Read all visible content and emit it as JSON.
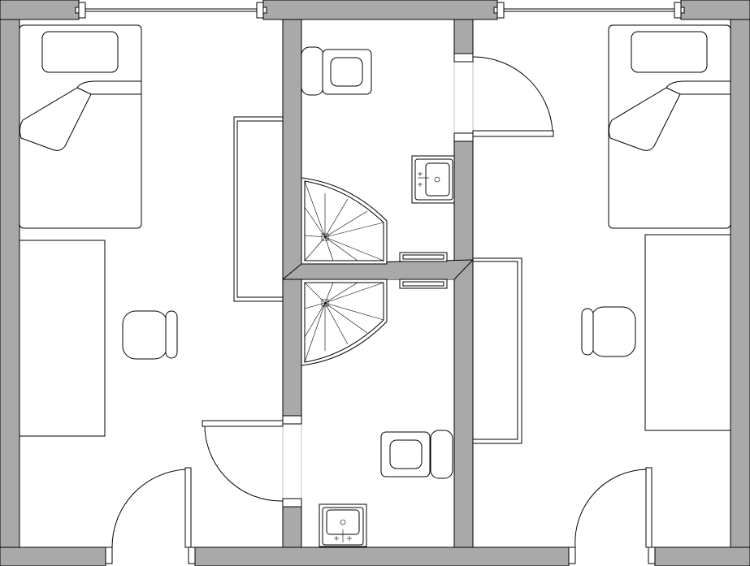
{
  "plan": {
    "rooms": [
      "bedroom-left",
      "bathroom-upper",
      "bathroom-lower",
      "bedroom-right"
    ],
    "fixtures": [
      "bed",
      "desk",
      "chair",
      "wardrobe",
      "toilet",
      "sink",
      "corner-shower",
      "towel-rail",
      "window",
      "door"
    ]
  },
  "colors": {
    "wall": "#a9a9a9",
    "line": "#000000",
    "faint": "#c4c4c4",
    "background": "#ffffff"
  }
}
